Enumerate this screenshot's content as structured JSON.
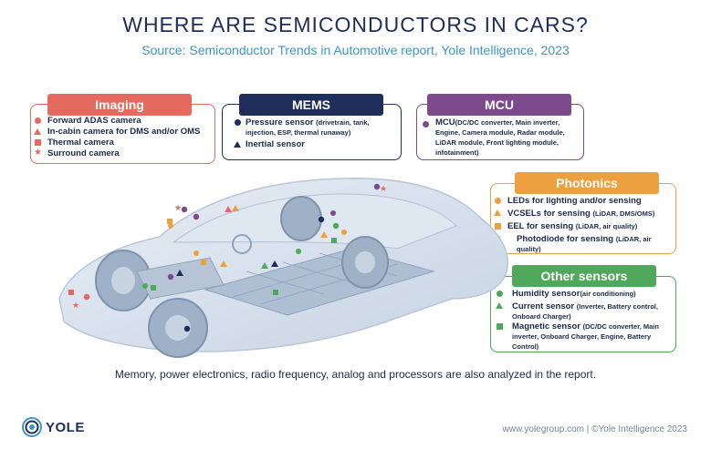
{
  "title": "WHERE ARE SEMICONDUCTORS IN CARS?",
  "subtitle": "Source: Semiconductor Trends in Automotive report, Yole Intelligence, 2023",
  "colors": {
    "imaging": "#e5695e",
    "mems": "#1f2d5a",
    "mcu": "#7d4a8e",
    "photonics": "#eda040",
    "other": "#4fa85c"
  },
  "imaging": {
    "header": "Imaging",
    "items": [
      {
        "text": "Forward ADAS camera",
        "icon": "circle"
      },
      {
        "text": "In-cabin camera for DMS and/or OMS",
        "icon": "triangle"
      },
      {
        "text": "Thermal camera",
        "icon": "square"
      },
      {
        "text": "Surround camera",
        "icon": "star"
      }
    ]
  },
  "mems": {
    "header": "MEMS",
    "items": [
      {
        "text": "Pressure sensor",
        "detail": "(drivetrain, tank, injection, ESP, thermal runaway)",
        "icon": "circle"
      },
      {
        "text": "Inertial sensor",
        "icon": "triangle"
      }
    ]
  },
  "mcu": {
    "header": "MCU",
    "items": [
      {
        "text": "MCU",
        "detail": "(DC/DC converter, Main inverter, Engine, Camera module, Radar module, LiDAR module, Front lighting module, infotainment)",
        "icon": "circle"
      }
    ]
  },
  "photonics": {
    "header": "Photonics",
    "items": [
      {
        "text": "LEDs for lighting and/or sensing",
        "icon": "circle"
      },
      {
        "text": "VCSELs for sensing",
        "detail": "(LiDAR, DMS/OMS)",
        "icon": "triangle"
      },
      {
        "text": "EEL for sensing",
        "detail": "(LiDAR, air quality)",
        "icon": "square"
      },
      {
        "text": "Photodiode for sensing",
        "detail": "(LiDAR, air quality)",
        "icon": "star"
      }
    ]
  },
  "other_sensors": {
    "header": "Other sensors",
    "items": [
      {
        "text": "Humidity sensor",
        "detail": "(air conditioning)",
        "icon": "circle"
      },
      {
        "text": "Current sensor",
        "detail": "(Inverter, Battery control, Onboard Charger)",
        "icon": "triangle"
      },
      {
        "text": "Magnetic sensor",
        "detail": "(DC/DC converter, Main inverter, Onboard Charger, Engine, Battery Control)",
        "icon": "square"
      }
    ]
  },
  "footer_note": "Memory, power electronics, radio frequency,  analog and processors are also analyzed in the report.",
  "logo_text": "YOLE",
  "copyright": "www.yolegroup.com | ©Yole Intelligence 2023"
}
